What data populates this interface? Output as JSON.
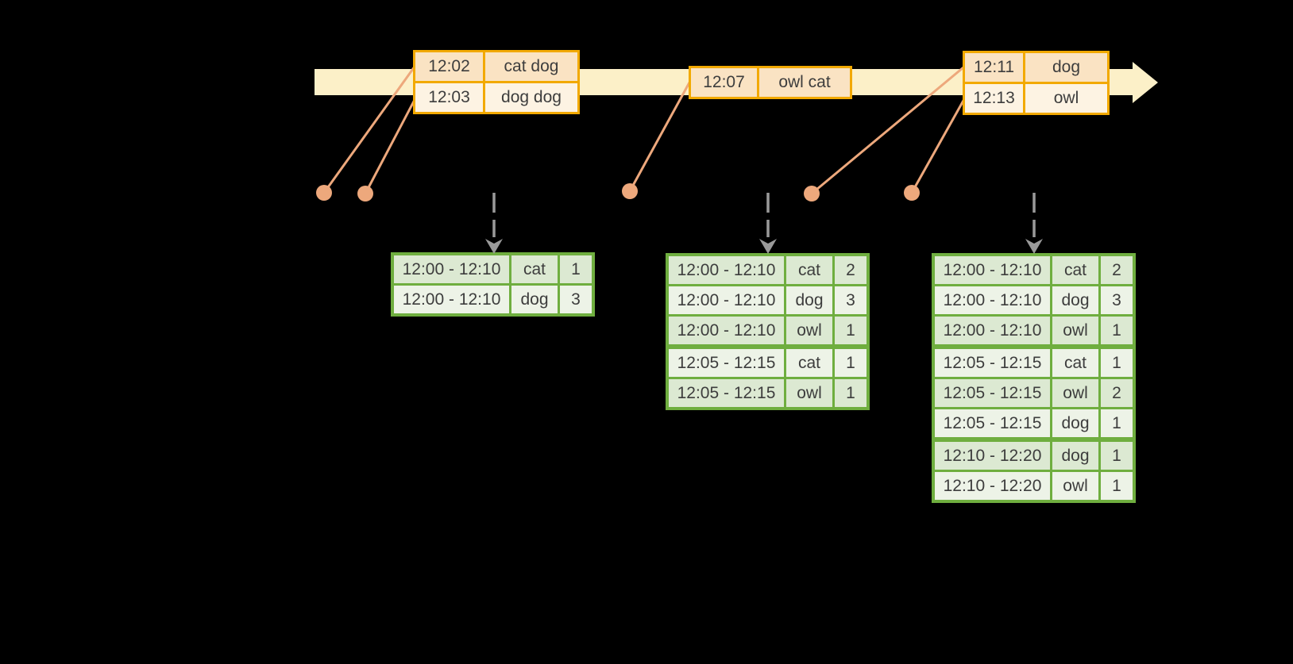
{
  "colors": {
    "background": "#000000",
    "timeline-fill": "#fcf0c8",
    "event-border": "#f2a900",
    "event-row-dark": "#fae3c3",
    "event-row-light": "#fdf3e3",
    "event-text": "#3d3d3d",
    "connector": "#eda87c",
    "result-border": "#6fae3f",
    "result-row-dark": "#dce9d2",
    "result-row-light": "#edf3e7",
    "result-text": "#3d3d3d",
    "trigger-arrow": "#9a9a9a"
  },
  "timeline": {
    "event_tables": [
      {
        "rows": [
          {
            "time": "12:02",
            "words": "cat dog"
          },
          {
            "time": "12:03",
            "words": "dog dog"
          }
        ]
      },
      {
        "rows": [
          {
            "time": "12:07",
            "words": "owl cat"
          }
        ]
      },
      {
        "rows": [
          {
            "time": "12:11",
            "words": "dog"
          },
          {
            "time": "12:13",
            "words": "owl"
          }
        ]
      }
    ]
  },
  "result_tables": [
    {
      "rows": [
        {
          "window": "12:00 - 12:10",
          "word": "cat",
          "count": "1"
        },
        {
          "window": "12:00 - 12:10",
          "word": "dog",
          "count": "3"
        }
      ]
    },
    {
      "rows": [
        {
          "window": "12:00 - 12:10",
          "word": "cat",
          "count": "2"
        },
        {
          "window": "12:00 - 12:10",
          "word": "dog",
          "count": "3"
        },
        {
          "window": "12:00 - 12:10",
          "word": "owl",
          "count": "1"
        },
        {
          "window": "12:05 - 12:15",
          "word": "cat",
          "count": "1"
        },
        {
          "window": "12:05 - 12:15",
          "word": "owl",
          "count": "1"
        }
      ]
    },
    {
      "rows": [
        {
          "window": "12:00 - 12:10",
          "word": "cat",
          "count": "2"
        },
        {
          "window": "12:00 - 12:10",
          "word": "dog",
          "count": "3"
        },
        {
          "window": "12:00 - 12:10",
          "word": "owl",
          "count": "1"
        },
        {
          "window": "12:05 - 12:15",
          "word": "cat",
          "count": "1"
        },
        {
          "window": "12:05 - 12:15",
          "word": "owl",
          "count": "2"
        },
        {
          "window": "12:05 - 12:15",
          "word": "dog",
          "count": "1"
        },
        {
          "window": "12:10 - 12:20",
          "word": "dog",
          "count": "1"
        },
        {
          "window": "12:10 - 12:20",
          "word": "owl",
          "count": "1"
        }
      ]
    }
  ]
}
